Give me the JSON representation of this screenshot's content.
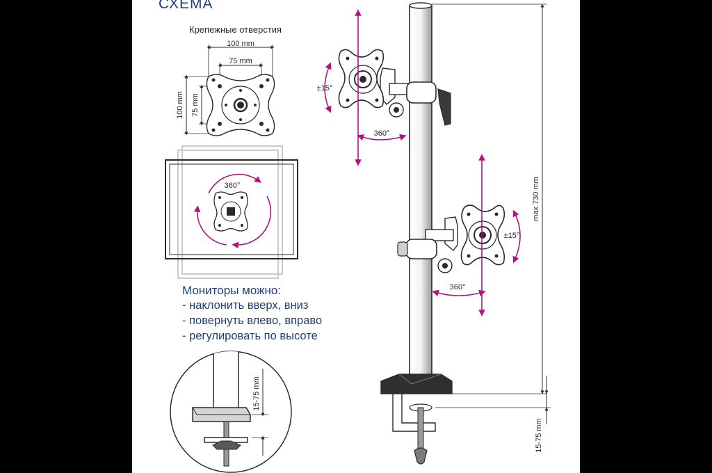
{
  "title": "СХЕМА",
  "mounting_holes": {
    "title": "Крепежные отверстия",
    "outer_width": "100 mm",
    "inner_width": "75 mm",
    "outer_height": "100 mm",
    "inner_height": "75 mm"
  },
  "rotation_label": "360°",
  "features": {
    "heading": "Мониторы можно:",
    "items": [
      "- наклонить вверх, вниз",
      "- повернуть влево, вправо",
      "- регулировать по высоте"
    ]
  },
  "upper_mount": {
    "tilt": "±15°",
    "swivel": "360°"
  },
  "lower_mount": {
    "tilt": "±15°",
    "swivel": "360°"
  },
  "pole_height": "max 730 mm",
  "clamp_range": "15-75 mm",
  "detail_clamp_range": "15-75 mm",
  "colors": {
    "text_blue": "#1f3f78",
    "arrow_magenta": "#b0147f",
    "line": "#2a2a2a",
    "background": "#ffffff",
    "frame": "#000000"
  }
}
